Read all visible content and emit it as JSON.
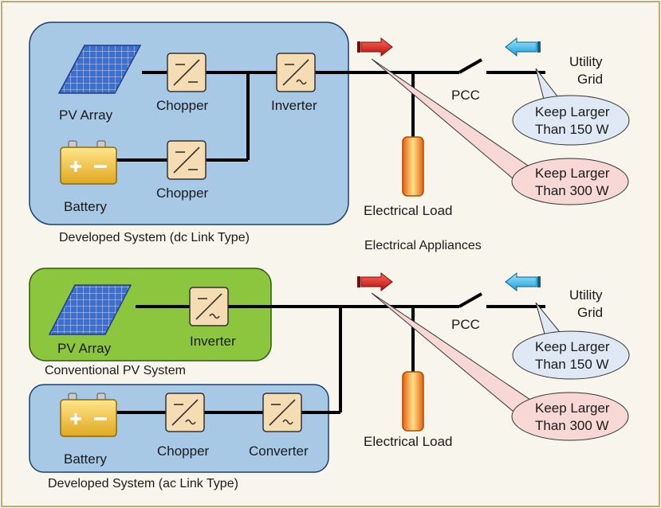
{
  "top": {
    "pv_array": "PV Array",
    "chopper_pv": "Chopper",
    "inverter": "Inverter",
    "battery": "Battery",
    "chopper_batt": "Chopper",
    "system_caption": "Developed System (dc Link Type)",
    "load": "Electrical Load",
    "pcc": "PCC",
    "utility_line1": "Utility",
    "utility_line2": "Grid",
    "callout_grid_1": "Keep Larger",
    "callout_grid_2": "Than 150 W",
    "callout_load_1": "Keep Larger",
    "callout_load_2": "Than 300 W"
  },
  "middle_caption": "Electrical Appliances",
  "bottom": {
    "pv_array": "PV Array",
    "inverter": "Inverter",
    "conventional_caption": "Conventional PV System",
    "battery": "Battery",
    "chopper": "Chopper",
    "converter": "Converter",
    "system_caption": "Developed System (ac Link Type)",
    "load": "Electrical Load",
    "pcc": "PCC",
    "utility_line1": "Utility",
    "utility_line2": "Grid",
    "callout_grid_1": "Keep Larger",
    "callout_grid_2": "Than 150 W",
    "callout_load_1": "Keep Larger",
    "callout_load_2": "Than 300 W"
  },
  "colors": {
    "frame_border": "#c8a86a",
    "background": "#f7f5ec",
    "blue_panel": "#a8c9e6",
    "green_panel": "#8cc63f",
    "converter_box": "#f6dcb2",
    "battery": "#f2c64a",
    "pv_cell": "#3b6fd1",
    "load": "#f07c1e",
    "arrow_red": "#e0221c",
    "arrow_cyan": "#3cc3ef",
    "callout_blue": "#dfe9f5",
    "callout_pink": "#f7d8d4"
  },
  "icons": [
    "pv-array-icon",
    "dc-dc-converter-icon",
    "dc-ac-inverter-icon",
    "battery-icon",
    "load-icon",
    "power-flow-arrow-icon",
    "switch-icon"
  ]
}
